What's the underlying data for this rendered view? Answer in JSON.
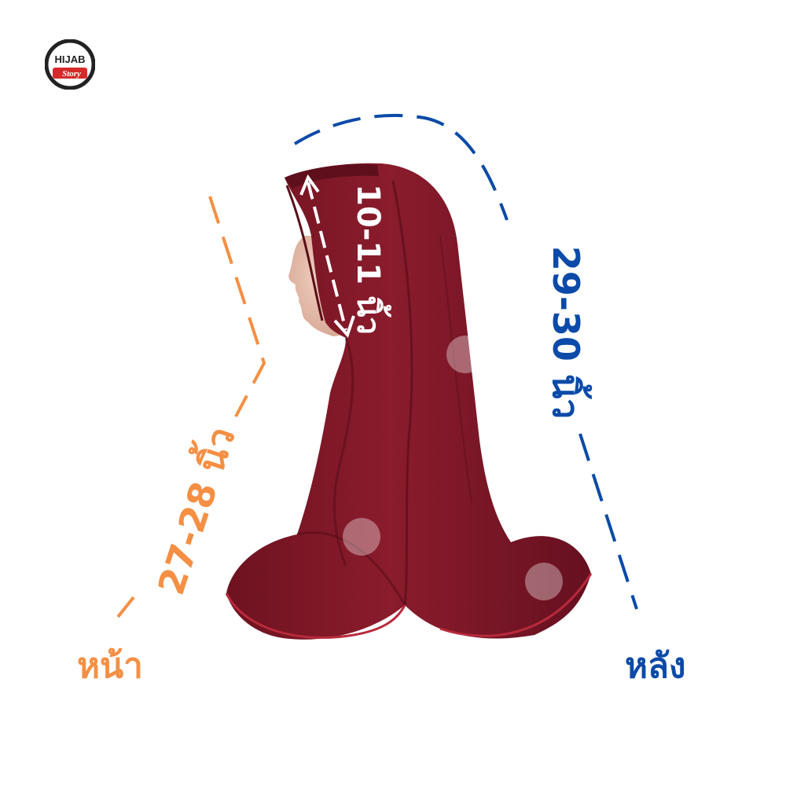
{
  "brand": {
    "line1": "HIJAB",
    "line2": "Story"
  },
  "measurements": {
    "head": "10-11 นิ้ว",
    "back": "29-30 นิ้ว",
    "front": "27-28 นิ้ว"
  },
  "labels": {
    "front": "หน้า",
    "back": "หลัง"
  },
  "colors": {
    "fabric": "#7d1726",
    "fabric_shadow": "#5a0d19",
    "front_accent": "#f58f43",
    "back_accent": "#0b4aa8",
    "mannequin_skin": "#e3b8a6"
  }
}
